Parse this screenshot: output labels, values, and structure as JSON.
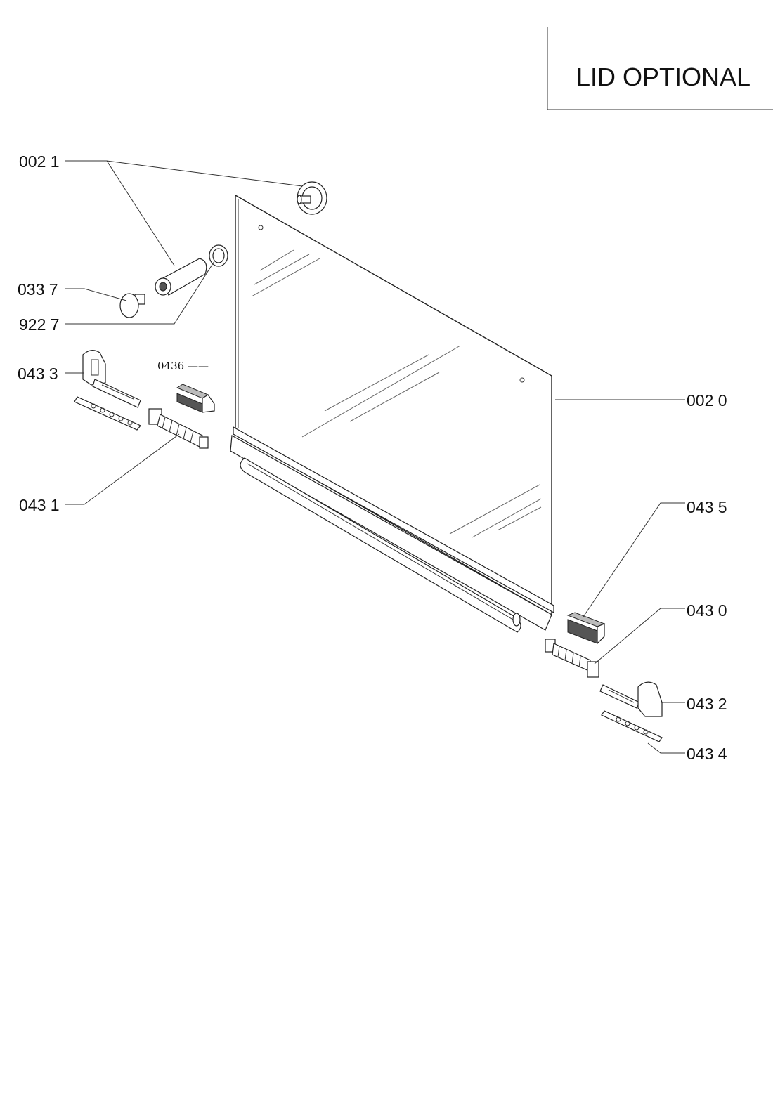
{
  "title": "LID OPTIONAL",
  "labels": {
    "p0021": "002 1",
    "p0337": "033 7",
    "p9227": "922 7",
    "p0433": "043 3",
    "p0436": "0436 ——",
    "p0431": "043 1",
    "p0020": "002 0",
    "p0435": "043 5",
    "p0430": "043 0",
    "p0432": "043 2",
    "p0434": "043 4"
  },
  "colors": {
    "line": "#222222",
    "shade": "#555555",
    "background": "#ffffff"
  }
}
